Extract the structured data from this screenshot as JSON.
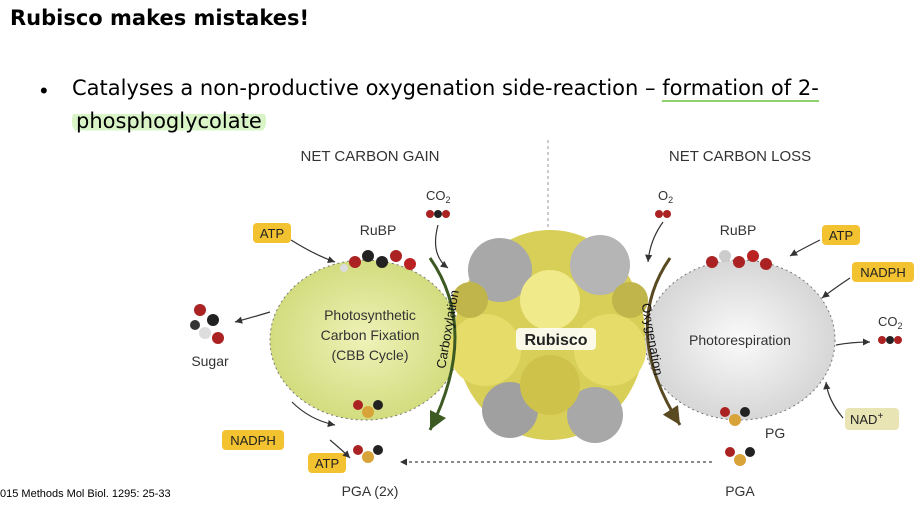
{
  "slide": {
    "title": "Rubisco makes mistakes!",
    "bullet_marker": "•",
    "bullet_plain": "Catalyses a non-productive oxygenation side-reaction –",
    "bullet_highlight_1": "formation of 2-",
    "bullet_highlight_2": "phosphoglycolate",
    "citation": "015 Methods Mol Biol. 1295: 25-33"
  },
  "diagram": {
    "left_heading": "NET CARBON GAIN",
    "right_heading": "NET CARBON LOSS",
    "co2_left": "CO",
    "co2_left_sub": "2",
    "o2": "O",
    "o2_sub": "2",
    "rubp_left": "RuBP",
    "rubp_right": "RuBP",
    "atp_left_top": "ATP",
    "atp_left_bottom": "ATP",
    "atp_right": "ATP",
    "nadph_left": "NADPH",
    "nadph_right": "NADPH",
    "nad": "NAD",
    "nad_sup": "+",
    "sugar": "Sugar",
    "cycle_line1": "Photosynthetic",
    "cycle_line2": "Carbon Fixation",
    "cycle_line3": "(CBB Cycle)",
    "photoresp": "Photorespiration",
    "carboxylation": "Carboxylation",
    "oxygenation": "Oxygenation",
    "rubisco": "Rubisco",
    "co2_right": "CO",
    "co2_right_sub": "2",
    "pg": "PG",
    "pga_left": "PGA (2x)",
    "pga_right": "PGA",
    "colors": {
      "tag_yellow": "#f2c230",
      "nad_tag": "#e8e4b4",
      "left_cycle": "#dbe58c",
      "right_cycle": "#dcdcdc",
      "arrow_green": "#3c5a22"
    }
  }
}
